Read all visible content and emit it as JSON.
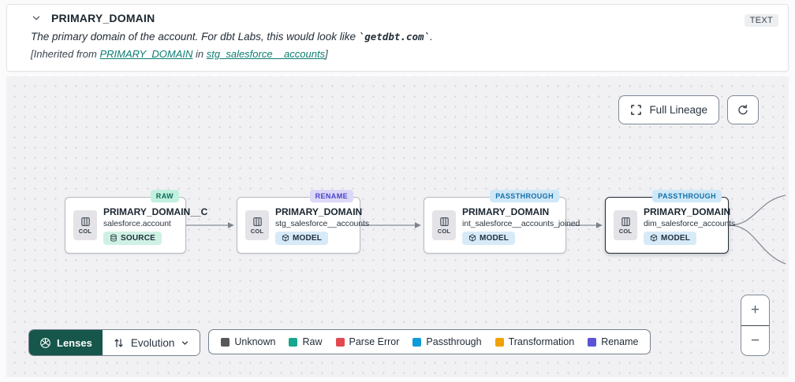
{
  "header": {
    "title": "PRIMARY_DOMAIN",
    "type_badge": "TEXT",
    "description_prefix": "The primary domain of the account. For dbt Labs, this would look like ",
    "description_code": "`getdbt.com`",
    "description_suffix": ".",
    "inherited_prefix": "[Inherited from ",
    "inherited_link_column": "PRIMARY_DOMAIN",
    "inherited_middle": " in ",
    "inherited_link_model": "stg_salesforce__accounts",
    "inherited_suffix": "]"
  },
  "toolbar": {
    "full_lineage_label": "Full Lineage"
  },
  "nodes": [
    {
      "title": "PRIMARY_DOMAIN__C",
      "subtitle": "salesforce.account",
      "kind": "SOURCE",
      "badge": "RAW",
      "col_label": "COL"
    },
    {
      "title": "PRIMARY_DOMAIN",
      "subtitle": "stg_salesforce__accounts",
      "kind": "MODEL",
      "badge": "RENAME",
      "col_label": "COL"
    },
    {
      "title": "PRIMARY_DOMAIN",
      "subtitle": "int_salesforce__accounts_joined",
      "kind": "MODEL",
      "badge": "PASSTHROUGH",
      "col_label": "COL"
    },
    {
      "title": "PRIMARY_DOMAIN",
      "subtitle": "dim_salesforce_accounts",
      "kind": "MODEL",
      "badge": "PASSTHROUGH",
      "col_label": "COL"
    }
  ],
  "footer": {
    "lenses_label": "Lenses",
    "lens_selected": "Evolution",
    "legend": [
      {
        "label": "Unknown",
        "color": "#58585c"
      },
      {
        "label": "Raw",
        "color": "#17a78f"
      },
      {
        "label": "Parse Error",
        "color": "#e4484f"
      },
      {
        "label": "Passthrough",
        "color": "#0f9bd7"
      },
      {
        "label": "Transformation",
        "color": "#f0a202"
      },
      {
        "label": "Rename",
        "color": "#5c54d6"
      }
    ]
  },
  "zoom_controls": {
    "zoom_in": "+",
    "zoom_out": "−"
  }
}
